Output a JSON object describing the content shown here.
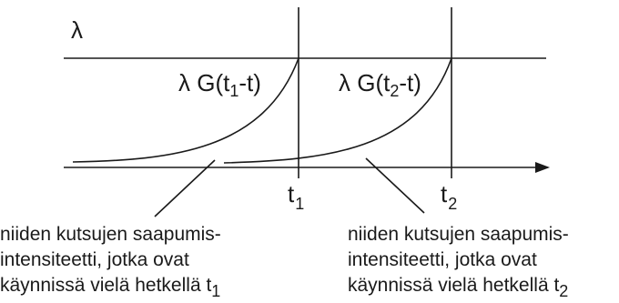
{
  "labels": {
    "lambda": "λ",
    "curve1_prefix": "λ G(t",
    "curve1_sub": "1",
    "curve1_suffix": "-t)",
    "curve2_prefix": "λ G(t",
    "curve2_sub": "2",
    "curve2_suffix": "-t)",
    "t1_base": "t",
    "t1_sub": "1",
    "t2_base": "t",
    "t2_sub": "2"
  },
  "captions": {
    "left": {
      "line1": "niiden kutsujen saapumis-",
      "line2": "intensiteetti, jotka ovat",
      "line3": "käynnissä vielä hetkellä t",
      "line3_sub": "1"
    },
    "right": {
      "line1": "niiden kutsujen saapumis-",
      "line2": "intensiteetti, jotka ovat",
      "line3": "käynnissä vielä hetkellä t",
      "line3_sub": "2"
    }
  }
}
